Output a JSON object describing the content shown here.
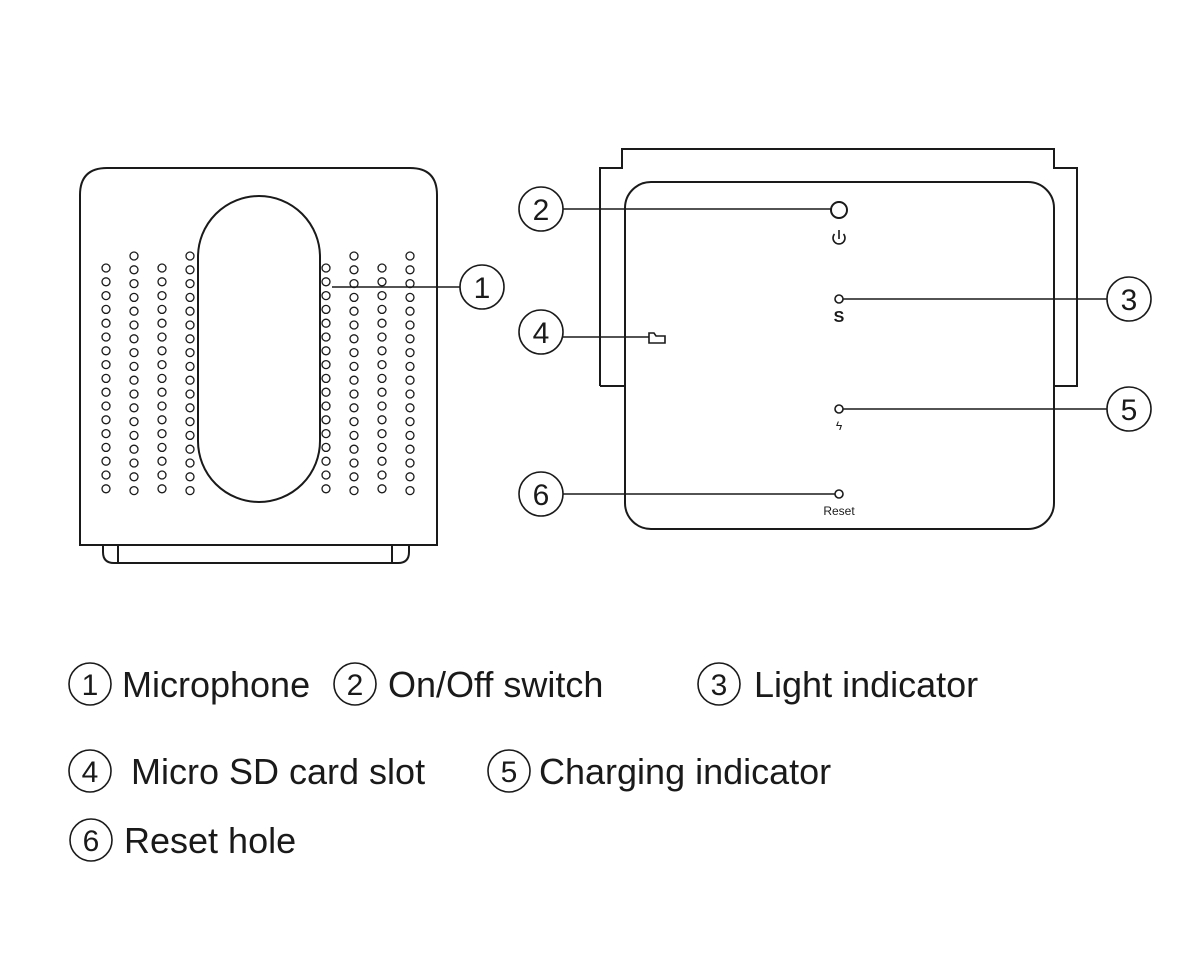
{
  "callouts": {
    "c1": "1",
    "c2": "2",
    "c3": "3",
    "c4": "4",
    "c5": "5",
    "c6": "6"
  },
  "device": {
    "reset_label": "Reset",
    "light_symbol": "S",
    "charge_symbol": "ϟ"
  },
  "legend": [
    {
      "num": "1",
      "label": "Microphone"
    },
    {
      "num": "2",
      "label": "On/Off switch"
    },
    {
      "num": "3",
      "label": "Light indicator"
    },
    {
      "num": "4",
      "label": "Micro SD card slot"
    },
    {
      "num": "5",
      "label": "Charging indicator"
    },
    {
      "num": "6",
      "label": "Reset hole"
    }
  ]
}
